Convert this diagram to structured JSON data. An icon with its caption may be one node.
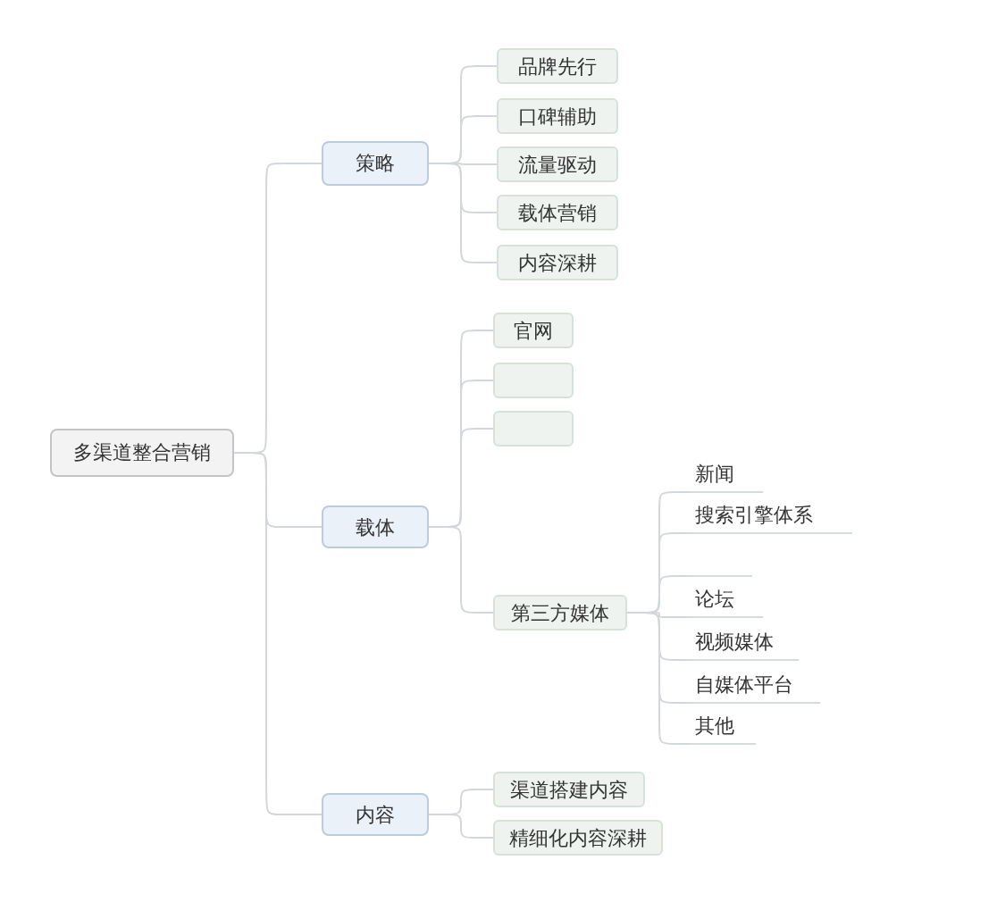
{
  "diagram": {
    "nodes": [
      {
        "text": [
          "多渠道整合营销"
        ]
      },
      {
        "text": [
          "策略"
        ]
      },
      {
        "text": [
          "品牌先行"
        ]
      },
      {
        "text": [
          "口碑辅助"
        ]
      },
      {
        "text": [
          "流量驱动"
        ]
      },
      {
        "text": [
          "载体营销"
        ]
      },
      {
        "text": [
          "内容深耕"
        ]
      },
      {
        "text": [
          "载体"
        ]
      },
      {
        "text": [
          "官网"
        ]
      },
      {
        "text": [],
        "shape": "box"
      },
      {
        "text": [],
        "shape": "box"
      },
      {
        "text": [
          "第三方媒体"
        ]
      },
      {
        "text": [
          "新闻"
        ]
      },
      {
        "text": [
          "搜索引擎体系"
        ]
      },
      {
        "text": [],
        "shape": "line"
      },
      {
        "text": [
          "论坛"
        ]
      },
      {
        "text": [
          "视频媒体"
        ]
      },
      {
        "text": [
          "自媒体平台"
        ]
      },
      {
        "text": [
          "其他"
        ]
      },
      {
        "text": [
          "内容"
        ]
      },
      {
        "text": [
          "渠道搭建内容"
        ]
      },
      {
        "text": [
          "精细化内容深耕"
        ]
      }
    ],
    "edges": [
      {
        "from": 0,
        "to": 1,
        "arrow": "none"
      },
      {
        "from": 0,
        "to": 7,
        "arrow": "none"
      },
      {
        "from": 0,
        "to": 19,
        "arrow": "none"
      },
      {
        "from": 1,
        "to": 2,
        "arrow": "none"
      },
      {
        "from": 1,
        "to": 3,
        "arrow": "none"
      },
      {
        "from": 1,
        "to": 4,
        "arrow": "none"
      },
      {
        "from": 1,
        "to": 5,
        "arrow": "none"
      },
      {
        "from": 1,
        "to": 6,
        "arrow": "none"
      },
      {
        "from": 7,
        "to": 8,
        "arrow": "none"
      },
      {
        "from": 7,
        "to": 9,
        "arrow": "none"
      },
      {
        "from": 7,
        "to": 10,
        "arrow": "none"
      },
      {
        "from": 7,
        "to": 11,
        "arrow": "none"
      },
      {
        "from": 11,
        "to": 12,
        "arrow": "none"
      },
      {
        "from": 11,
        "to": 13,
        "arrow": "none"
      },
      {
        "from": 11,
        "to": 14,
        "arrow": "none"
      },
      {
        "from": 11,
        "to": 15,
        "arrow": "none"
      },
      {
        "from": 11,
        "to": 16,
        "arrow": "none"
      },
      {
        "from": 11,
        "to": 17,
        "arrow": "none"
      },
      {
        "from": 11,
        "to": 18,
        "arrow": "none"
      },
      {
        "from": 19,
        "to": 20,
        "arrow": "none"
      },
      {
        "from": 19,
        "to": 21,
        "arrow": "none"
      }
    ]
  }
}
